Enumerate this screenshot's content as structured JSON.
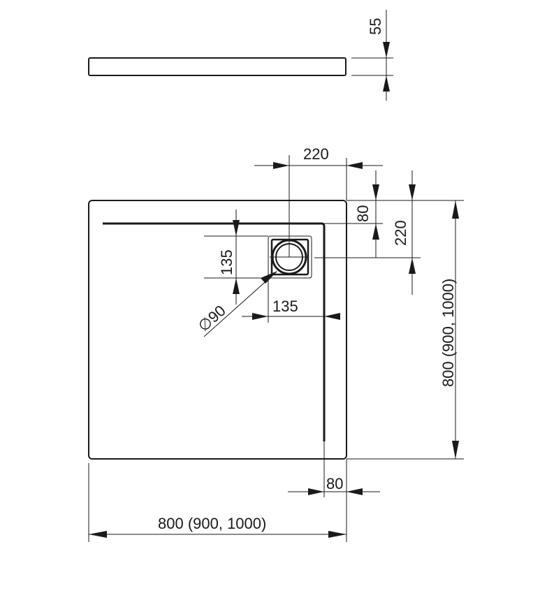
{
  "labels": {
    "height": "55",
    "drain_offset_x": "220",
    "drain_offset_y_short": "80",
    "drain_offset_y": "220",
    "drain_cover": "135",
    "drain_diameter": "∅90",
    "drain_cover_width": "135",
    "rim_width": "80",
    "tray_width": "800 (900, 1000)",
    "tray_depth": "800 (900, 1000)"
  }
}
